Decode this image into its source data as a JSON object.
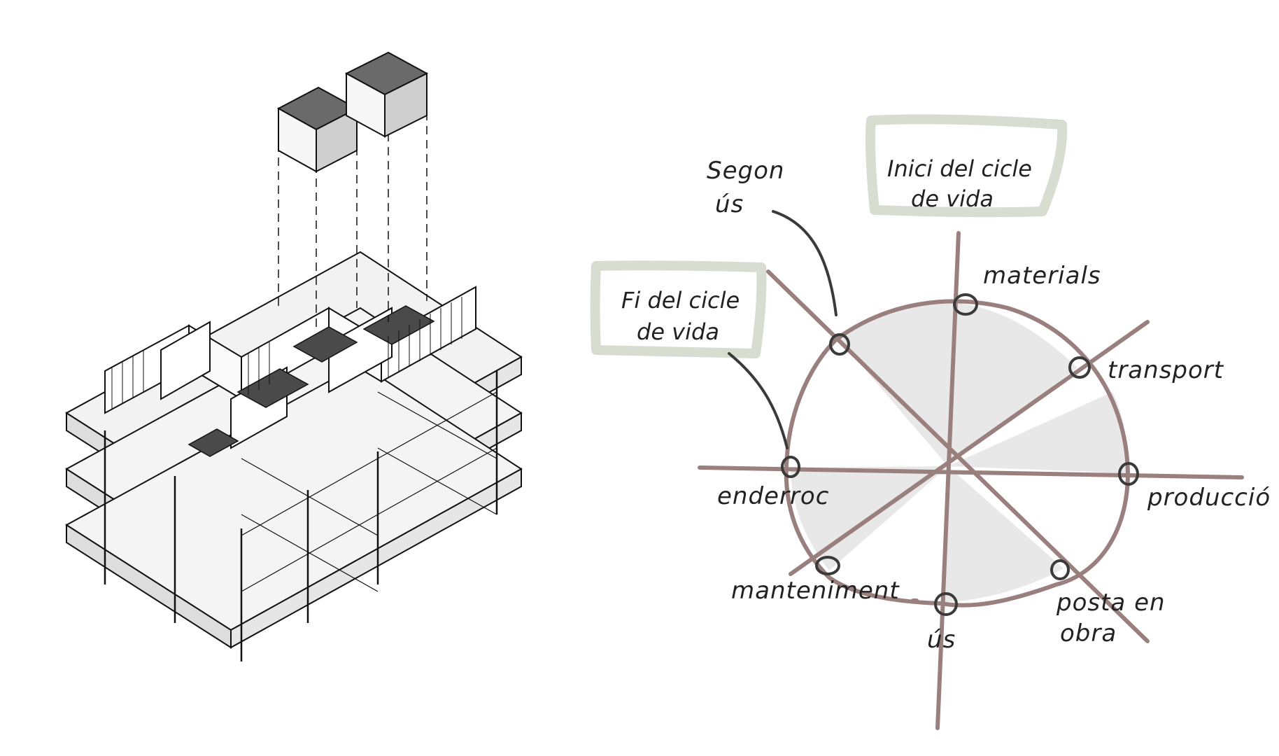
{
  "diagram": {
    "colors": {
      "stroke_brown": "#9a7f7f",
      "fill_grey": "#e8e8e8",
      "box_green": "#d8ddd2",
      "ink": "#222222",
      "leader": "#3a3a3a",
      "iso_line": "#111111",
      "iso_dark": "#4a4a4a"
    },
    "labels": {
      "materials": "materials",
      "transport": "transport",
      "produccio": "producció",
      "posta_line1": "posta en",
      "posta_line2": "obra",
      "us": "ús",
      "manteniment": "manteniment",
      "enderroc": "enderroc",
      "segon_line1": "Segon",
      "segon_line2": "ús"
    },
    "boxes": {
      "inici_line1": "Inici del cicle",
      "inici_line2": "de vida",
      "fi_line1": "Fi del cicle",
      "fi_line2": "de vida"
    }
  }
}
